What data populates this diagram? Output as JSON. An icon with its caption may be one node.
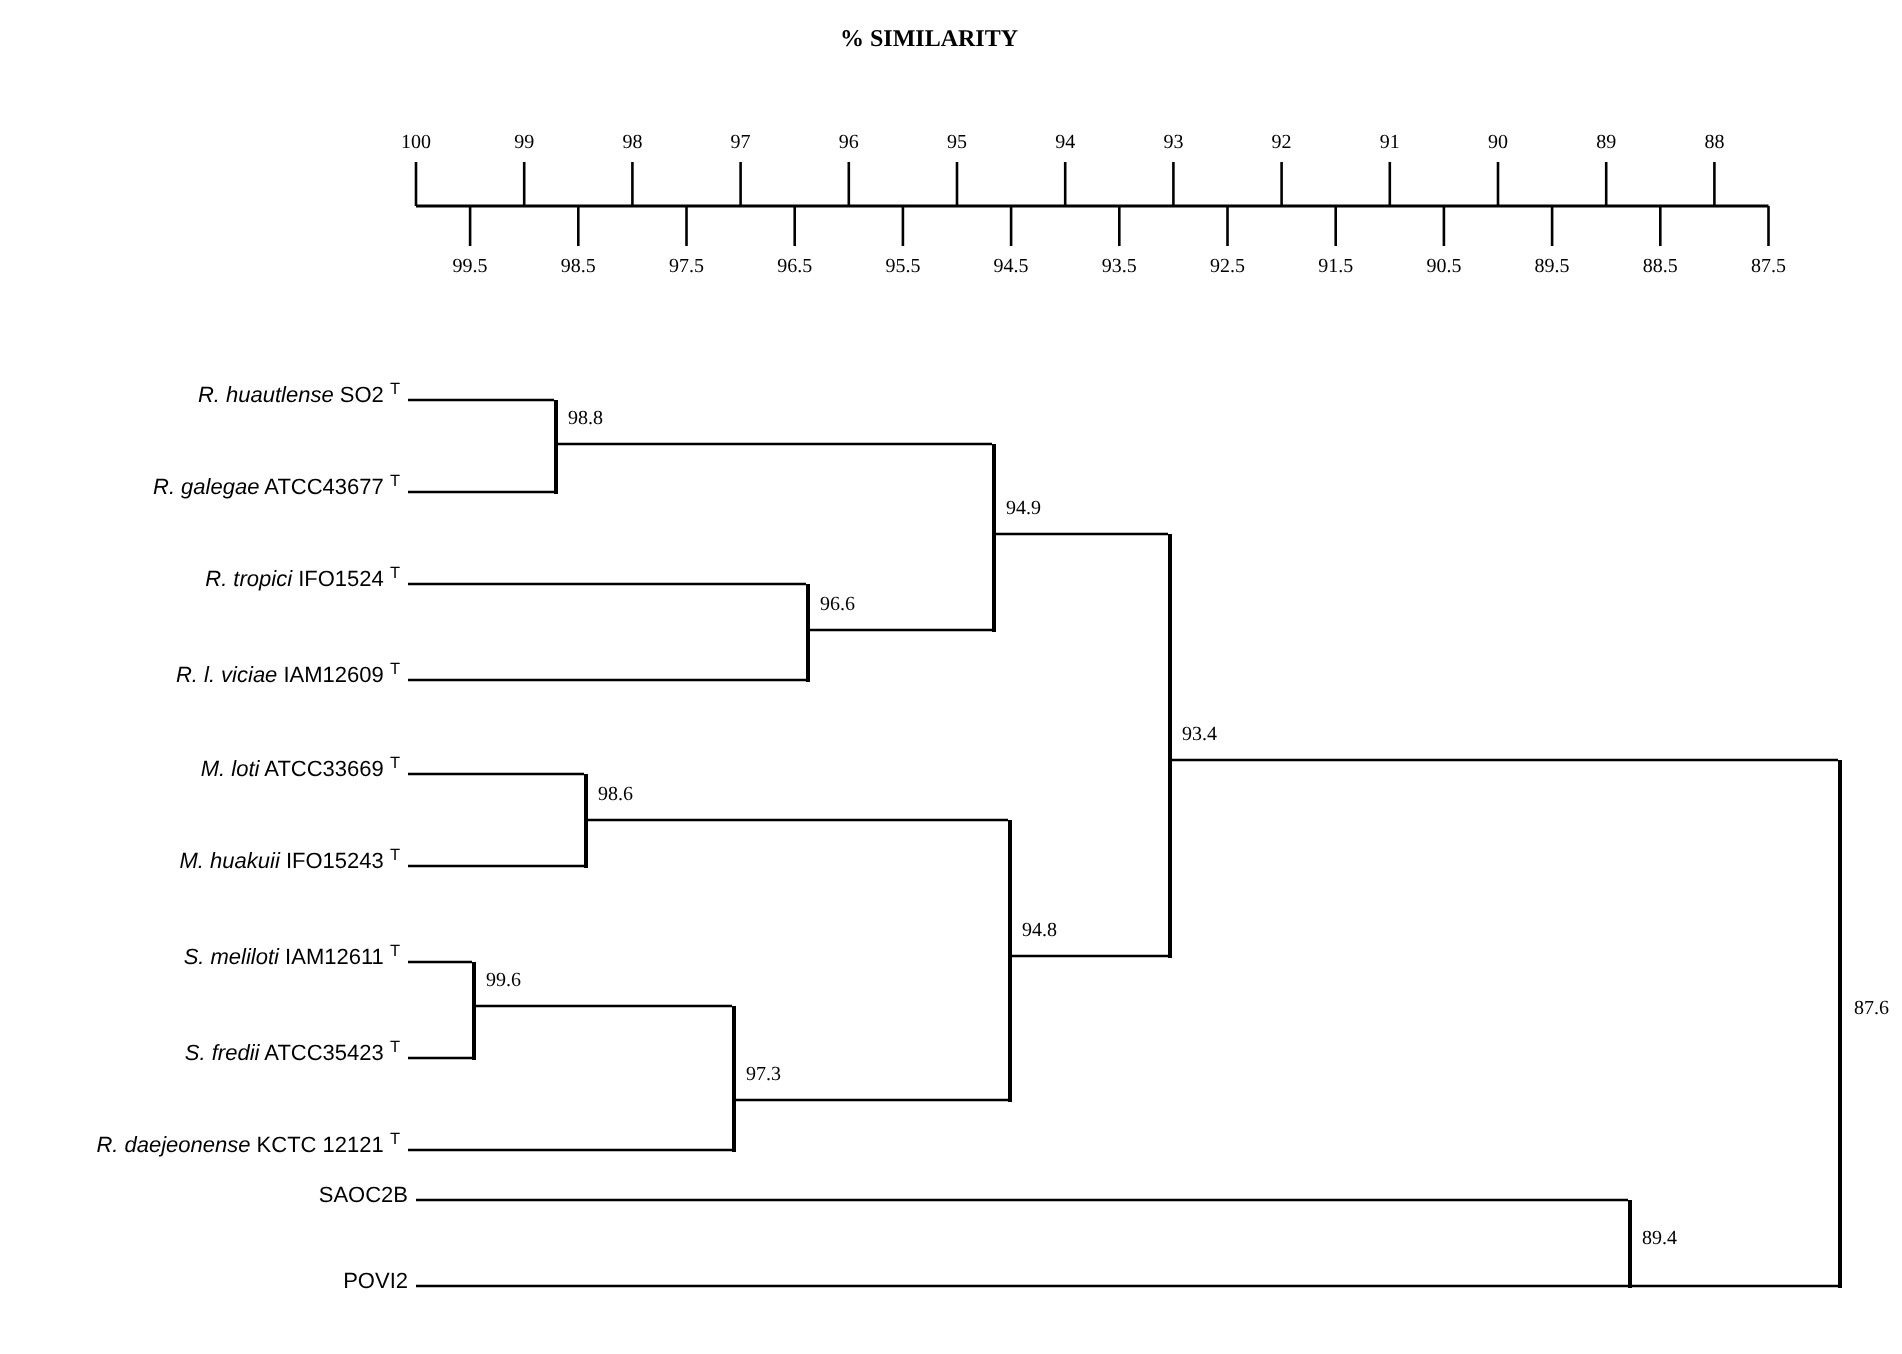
{
  "diagram": {
    "title": "% SIMILARITY",
    "nodes": [
      {
        "text": [
          "*R. huautlense*  SO2 $^{T}$"
        ]
      },
      {
        "text": [
          "*R. galegae*  ATCC43677 $^{T}$"
        ]
      },
      {
        "text": [
          "*R. tropici*  IFO1524 $^{T}$"
        ]
      },
      {
        "text": [
          "*R. l. viciae*  IAM12609 $^{T}$"
        ]
      },
      {
        "text": [
          "*M. loti*  ATCC33669 $^{T}$"
        ]
      },
      {
        "text": [
          "*M. huakuii*  IFO15243 $^{T}$"
        ]
      },
      {
        "text": [
          "*S. meliloti*  IAM12611 $^{T}$"
        ]
      },
      {
        "text": [
          "*S. fredii*  ATCC35423 $^{T}$"
        ]
      },
      {
        "text": [
          "*R. daejeonense*  KCTC 12121 $^{T}$"
        ]
      },
      {
        "text": [
          "SAOC2B"
        ]
      },
      {
        "text": [
          "POVI2"
        ]
      },
      {
        "text": [],
        "shape": "bar",
        "beside": [
          "98.8"
        ]
      },
      {
        "text": [],
        "shape": "bar",
        "beside": [
          "96.6"
        ]
      },
      {
        "text": [],
        "shape": "bar",
        "beside": [
          "94.9"
        ]
      },
      {
        "text": [],
        "shape": "bar",
        "beside": [
          "98.6"
        ]
      },
      {
        "text": [],
        "shape": "bar",
        "beside": [
          "99.6"
        ]
      },
      {
        "text": [],
        "shape": "bar",
        "beside": [
          "97.3"
        ]
      },
      {
        "text": [],
        "shape": "bar",
        "beside": [
          "94.8"
        ]
      },
      {
        "text": [],
        "shape": "bar",
        "beside": [
          "93.4"
        ]
      },
      {
        "text": [],
        "shape": "bar",
        "beside": [
          "89.4"
        ]
      },
      {
        "text": [],
        "shape": "bar",
        "beside": [
          "87.6"
        ]
      }
    ],
    "edges": [
      {
        "from": 0,
        "to": 11,
        "arrow": "none"
      },
      {
        "from": 1,
        "to": 11,
        "arrow": "none"
      },
      {
        "from": 2,
        "to": 12,
        "arrow": "none"
      },
      {
        "from": 3,
        "to": 12,
        "arrow": "none"
      },
      {
        "from": 11,
        "to": 13,
        "arrow": "none"
      },
      {
        "from": 12,
        "to": 13,
        "arrow": "none"
      },
      {
        "from": 4,
        "to": 14,
        "arrow": "none"
      },
      {
        "from": 5,
        "to": 14,
        "arrow": "none"
      },
      {
        "from": 6,
        "to": 15,
        "arrow": "none"
      },
      {
        "from": 7,
        "to": 15,
        "arrow": "none"
      },
      {
        "from": 15,
        "to": 16,
        "arrow": "none"
      },
      {
        "from": 8,
        "to": 16,
        "arrow": "none"
      },
      {
        "from": 14,
        "to": 17,
        "arrow": "none"
      },
      {
        "from": 16,
        "to": 17,
        "arrow": "none"
      },
      {
        "from": 13,
        "to": 18,
        "arrow": "none"
      },
      {
        "from": 17,
        "to": 18,
        "arrow": "none"
      },
      {
        "from": 9,
        "to": 19,
        "arrow": "none"
      },
      {
        "from": 10,
        "to": 19,
        "arrow": "none"
      },
      {
        "from": 18,
        "to": 20,
        "arrow": "none"
      },
      {
        "from": 19,
        "to": 20,
        "arrow": "none"
      }
    ],
    "labels": [
      "100",
      "99",
      "98",
      "97",
      "96",
      "95",
      "94",
      "93",
      "92",
      "91",
      "90",
      "89",
      "88",
      "99.5",
      "98.5",
      "97.5",
      "96.5",
      "95.5",
      "94.5",
      "93.5",
      "92.5",
      "91.5",
      "90.5",
      "89.5",
      "88.5",
      "87.5"
    ]
  }
}
